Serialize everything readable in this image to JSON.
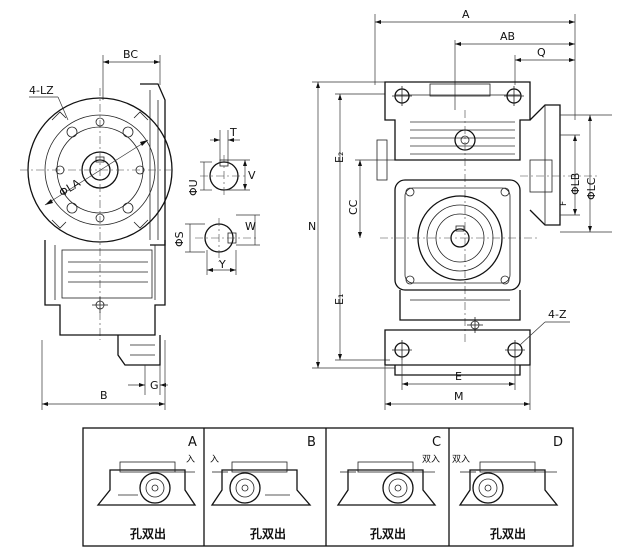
{
  "dims_side": {
    "bc": "BC",
    "lz": "4-LZ",
    "la": "ΦLA",
    "g": "G",
    "b": "B"
  },
  "dims_shaft": {
    "t": "T",
    "v": "V",
    "u": "ΦU",
    "w": "W",
    "s": "ΦS",
    "y": "Y"
  },
  "dims_front": {
    "a": "A",
    "ab": "AB",
    "q": "Q",
    "n": "N",
    "e2": "E₂",
    "e1": "E₁",
    "cc": "CC",
    "f": "F",
    "lb": "ΦLB",
    "lc": "ΦLC",
    "z": "4-Z",
    "e": "E",
    "m": "M"
  },
  "panels": [
    {
      "letter": "A",
      "input": "入",
      "caption": "孔双出"
    },
    {
      "letter": "B",
      "input": "入",
      "caption": "孔双出"
    },
    {
      "letter": "C",
      "input": "双入",
      "caption": "孔双出"
    },
    {
      "letter": "D",
      "input": "双入",
      "caption": "孔双出"
    }
  ]
}
